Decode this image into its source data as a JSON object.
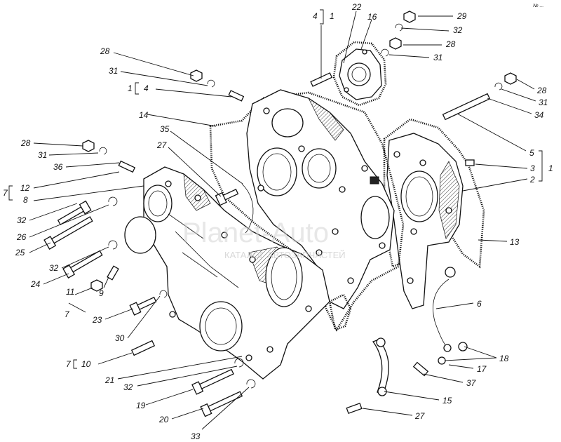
{
  "corner_mark": "№ ...",
  "watermark": {
    "main": "Planet-Auto",
    "sub": "КАТАЛОГ АВТОЗАПЧАСТЕЙ"
  },
  "labels": {
    "n28a": "28",
    "n31a": "31",
    "n1a": "1",
    "n4a": "4",
    "n14": "14",
    "n35": "35",
    "n27a": "27",
    "n28b": "28",
    "n31b": "31",
    "n36": "36",
    "n7a": "7",
    "n12": "12",
    "n8": "8",
    "n32a": "32",
    "n26": "26",
    "n25": "25",
    "n32b": "32",
    "n24": "24",
    "n11": "11",
    "n9": "9",
    "n7b": "7",
    "n23": "23",
    "n30": "30",
    "n7c": "7",
    "n10": "10",
    "n21": "21",
    "n32c": "32",
    "n19": "19",
    "n20": "20",
    "n33": "33",
    "n4b": "4",
    "n1b": "1",
    "n22": "22",
    "n16": "16",
    "n29": "29",
    "n32d": "32",
    "n28c": "28",
    "n31c": "31",
    "n28d": "28",
    "n31d": "31",
    "n34": "34",
    "n5": "5",
    "n3": "3",
    "n1c": "1",
    "n2": "2",
    "n13": "13",
    "n6": "6",
    "n18": "18",
    "n17": "17",
    "n37": "37",
    "n15": "15",
    "n27b": "27"
  }
}
